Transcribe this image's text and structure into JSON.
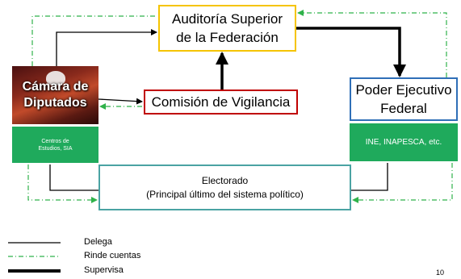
{
  "nodes": {
    "asf": {
      "line1": "Auditoría Superior",
      "line2": "de la Federación"
    },
    "comision": {
      "label": "Comisión de Vigilancia"
    },
    "camara": {
      "line1": "Cámara de",
      "line2": "Diputados"
    },
    "centros": {
      "line1": "Centros de",
      "line2": "Estudios, SIA"
    },
    "ejecutivo": {
      "line1": "Poder Ejecutivo",
      "line2": "Federal"
    },
    "ine": {
      "label": "INE, INAPESCA, etc."
    },
    "electorado": {
      "line1": "Electorado",
      "line2": "(Principal último del sistema político)"
    }
  },
  "legend": {
    "delega": "Delega",
    "rinde": "Rinde cuentas",
    "supervisa": "Supervisa"
  },
  "colors": {
    "asf_border": "#f5c400",
    "comision_border": "#c00000",
    "ejecutivo_border": "#2f6fb7",
    "electorado_border": "#4aa3a3",
    "green_box": "#1faa5c",
    "rinde_line": "#2fb24a"
  },
  "page_number": "10"
}
